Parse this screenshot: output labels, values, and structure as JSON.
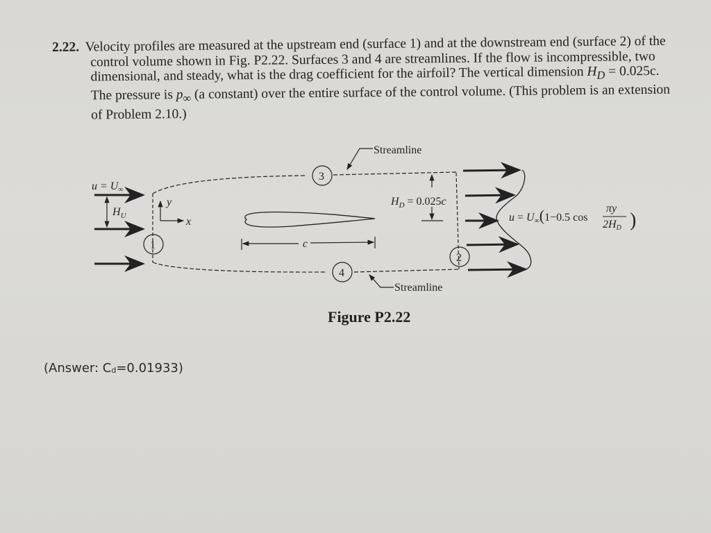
{
  "problem": {
    "number": "2.22.",
    "text_parts": [
      "Velocity profiles are measured at the upstream end (surface 1) and at the downstream end (surface 2) of the control volume shown in Fig. P2.22. Surfaces 3 and 4 are streamlines. If the flow is incompressible, two dimensional, and steady, what is the drag coefficient for the airfoil? The vertical dimension ",
      "H",
      "D",
      " = 0.025c. The pressure is ",
      "p",
      "∞",
      " (a constant) over the entire surface of the control volume. (This problem is an extension of Problem 2.10.)"
    ]
  },
  "figure": {
    "caption": "Figure P2.22",
    "labels": {
      "upstream_velocity": "u = U∞",
      "upstream_height": "HU",
      "axis_y": "y",
      "axis_x": "x",
      "chord": "c",
      "downstream_height": "HD = 0.025c",
      "downstream_profile": "u = U∞(1−0.5 cos πy/2HD)",
      "streamline_top": "Streamline",
      "streamline_bottom": "Streamline",
      "surface_1": "1",
      "surface_2": "2",
      "surface_3": "3",
      "surface_4": "4"
    }
  },
  "answer": {
    "prefix": "(Answer: C",
    "subscript": "d",
    "suffix": "=0.01933)"
  }
}
